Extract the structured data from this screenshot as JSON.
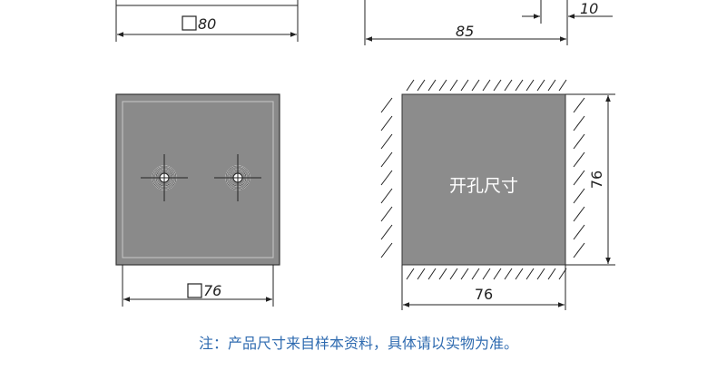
{
  "top_left_dimension": {
    "symbol": "□",
    "value": "80"
  },
  "top_right_dimensions": {
    "depth": "85",
    "offset": "10"
  },
  "front_view_dimension": {
    "symbol": "□",
    "value": "76"
  },
  "cutout": {
    "label": "开孔尺寸",
    "width": "76",
    "height": "76"
  },
  "note": "注：产品尺寸来自样本资料，具体请以实物为准。",
  "colors": {
    "panel_fill": "#8a8a8a",
    "cutout_fill": "#8c8c8c",
    "note_color": "#2f6bb0"
  }
}
